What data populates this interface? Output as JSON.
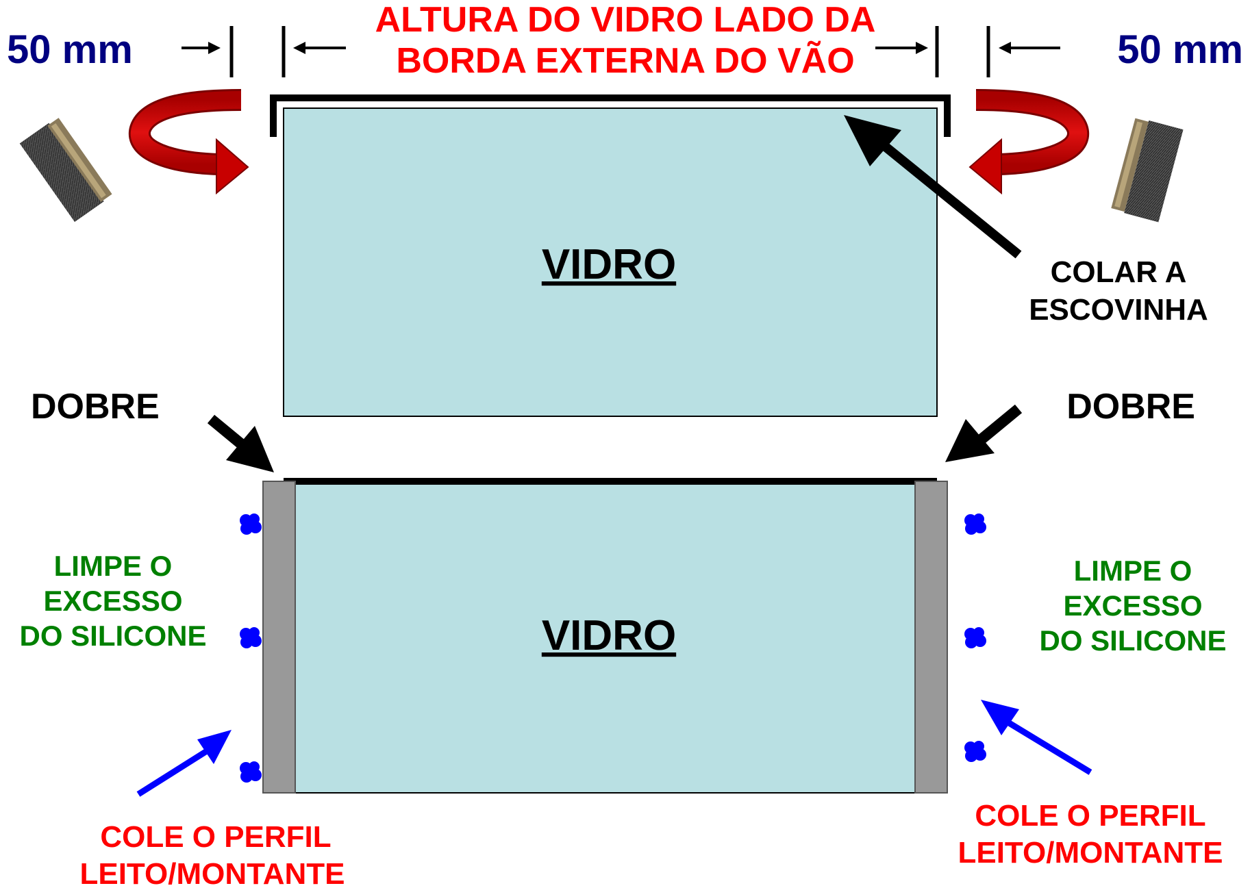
{
  "title": {
    "line1": "ALTURA DO VIDRO LADO DA",
    "line2": "BORDA EXTERNA DO VÃO"
  },
  "dimension_left": "50 mm",
  "dimension_right": "50 mm",
  "glass_top_label": "VIDRO",
  "glass_bottom_label": "VIDRO",
  "brush_callout": {
    "line1": "COLAR A",
    "line2": "ESCOVINHA"
  },
  "fold_left": "DOBRE",
  "fold_right": "DOBRE",
  "silicone_left": {
    "line1": "LIMPE O",
    "line2": "EXCESSO",
    "line3": "DO SILICONE"
  },
  "silicone_right": {
    "line1": "LIMPE O",
    "line2": "EXCESSO",
    "line3": "DO SILICONE"
  },
  "profile_left": {
    "line1": "COLE O PERFIL",
    "line2": "LEITO/MONTANTE"
  },
  "profile_right": {
    "line1": "COLE O PERFIL",
    "line2": "LEITO/MONTANTE"
  },
  "colors": {
    "glass": "#b9e0e3",
    "profile": "#999999",
    "title_red": "#ff0000",
    "dimension_blue": "#000080",
    "instruction_green": "#008000",
    "rotate_arrow": "#cc0000",
    "profile_arrow": "#0000ff",
    "silicone_dot": "#0000ff"
  }
}
